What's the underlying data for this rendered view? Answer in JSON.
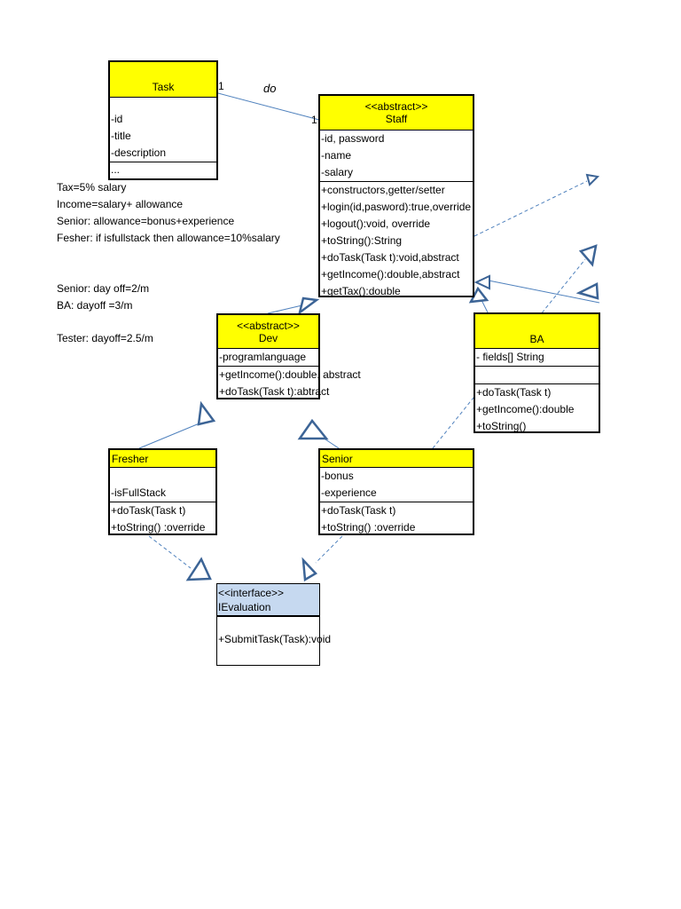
{
  "task": {
    "name": "Task",
    "attributes": [
      "-id",
      "-title",
      "-description"
    ],
    "ops": [
      "..."
    ]
  },
  "staff": {
    "stereotype": "<<abstract>>",
    "name": "Staff",
    "attributes": [
      "-id, password",
      "-name",
      "-salary"
    ],
    "ops": [
      "+constructors,getter/setter",
      "+login(id,pasword):true,override",
      "+logout():void, override",
      "+toString():String",
      "+doTask(Task t):void,abstract",
      "+getIncome():double,abstract",
      "+getTax():double"
    ]
  },
  "dev": {
    "stereotype": "<<abstract>>",
    "name": "Dev",
    "attributes": [
      "-programlanguage"
    ],
    "ops": [
      "+getIncome():double, abstract",
      "+doTask(Task t):abtract"
    ]
  },
  "ba": {
    "name": "BA",
    "attributes": [
      "- fields[] String",
      ""
    ],
    "ops": [
      "+doTask(Task t)",
      "+getIncome():double",
      "+toString()"
    ]
  },
  "fresher": {
    "name": "Fresher",
    "attributes": [
      "",
      "-isFullStack"
    ],
    "ops": [
      "+doTask(Task t)",
      "+toString() :override"
    ]
  },
  "senior": {
    "name": "Senior",
    "attributes": [
      "-bonus",
      "-experience"
    ],
    "ops": [
      "+doTask(Task t)",
      "+toString() :override"
    ]
  },
  "ievaluation": {
    "stereotype": "<<interface>>",
    "name": "IEvaluation",
    "ops": [
      "+SubmitTask(Task):void"
    ]
  },
  "association": {
    "label": "do",
    "mult_task": "1",
    "mult_staff": "1"
  },
  "notes": {
    "rules": [
      "Tax=5% salary",
      "Income=salary+ allowance",
      "Senior: allowance=bonus+experience",
      "Fesher: if isfullstack then allowance=10%salary"
    ],
    "dayoff_senior": "Senior: day off=2/m",
    "dayoff_ba": "BA: dayoff =3/m",
    "dayoff_tester": "Tester: dayoff=2.5/m"
  },
  "colors": {
    "class_header": "#ffff00",
    "interface_header": "#c6d9f0",
    "connector": "#4f81bd",
    "arrowhead": "#3c6496"
  }
}
